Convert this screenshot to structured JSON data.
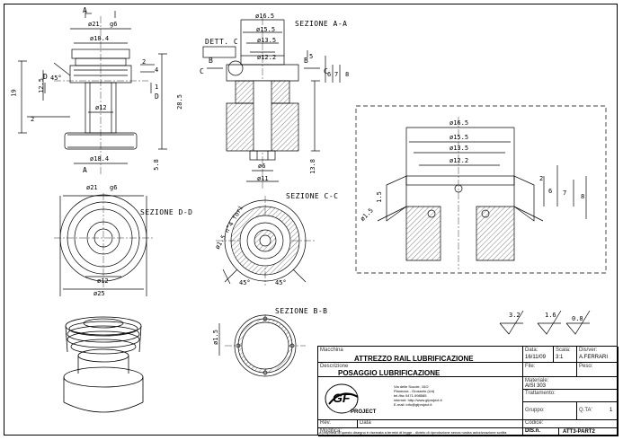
{
  "sections": {
    "a": "SEZIONE A-A",
    "b": "SEZIONE B-B",
    "c": "SEZIONE C-C",
    "d": "SEZIONE D-D",
    "dett": "DETT. C",
    "dett_small": "C"
  },
  "dims": {
    "d21_top": "ø21",
    "tol_top": "g6",
    "d18_4_top": "ø18.4",
    "d12_left": "ø12",
    "d18_4_bot": "ø18.4",
    "d16_5": "ø16.5",
    "d15_5": "ø15.5",
    "d13_5": "ø13.5",
    "d12_2": "ø12.2",
    "d6": "ø6",
    "d11": "ø11",
    "d21_d": "ø21",
    "tol_d": "g6",
    "d12_d": "ø12",
    "d25_d": "ø25",
    "h28_5": "28.5",
    "h19": "19",
    "h12_5": "12.5",
    "h5_8": "5.8",
    "h13_8": "13.8",
    "a45_left": "45°",
    "a45_c1": "45°",
    "a45_c2": "45°",
    "d1_5_c": "ø1.5 n°4 fori",
    "d1_5_b": "ø1.5",
    "n2": "2",
    "n4": "4",
    "n1": "1",
    "n2b": "2",
    "n5": "5",
    "n6": "6",
    "n7": "7",
    "n8": "8",
    "mark_a1": "A",
    "mark_a2": "A",
    "mark_b1": "B",
    "mark_b2": "B",
    "mark_c1": "C",
    "mark_c2": "C",
    "mark_d1": "D",
    "mark_d2": "D",
    "det_d16_5": "ø16.5",
    "det_d15_5": "ø15.5",
    "det_d13_5": "ø13.5",
    "det_d12_2": "ø12.2",
    "det_2": "2",
    "det_6": "6",
    "det_7": "7",
    "det_8": "8",
    "det_1_5a": "1.5",
    "det_1_5b": "ø1.5"
  },
  "roughness": [
    "3.2",
    "1.6",
    "0.8"
  ],
  "title_block": {
    "machine_cap": "Macchina",
    "machine": "ATTREZZO RAIL LUBRIFICAZIONE",
    "date_cap": "Data:",
    "date": "16/11/09",
    "scale_cap": "Scala:",
    "scale": "3:1",
    "drawn_cap": "Dis/ver:",
    "drawn": "A.FERRARI",
    "desc_cap": "Descrizione",
    "desc": "POSAGGIO LUBRIFICAZIONE",
    "file_cap": "File:",
    "weight_cap": "Peso:",
    "material_cap": "Materiale:",
    "material": "AISI 303",
    "treatment_cap": "Trattamento:",
    "group_cap": "Gruppo:",
    "qty_cap": "Q.TA'",
    "qty": "1",
    "rev_cap": "Rev.",
    "rev_date_cap": "Data",
    "modify_cap": "Modifica:",
    "code_cap": "Codice:",
    "dis_cap": "DIS.n.",
    "dis": "ATT3-PART2",
    "logo": "GF",
    "logo_sub": "PROJECT",
    "company_lines": [
      "Via delle Scuole, 10/2",
      "Pianezza - Grosseto (Ud)",
      "tel./fax 0471-998585",
      "internet: http://www.gfproject.it",
      "E-mail: info@gfproject.it"
    ],
    "footer": "La proprietà di questo disegno è riservata a termini di legge - divieto di riproduzione senza nostra autorizzazione scritta"
  }
}
